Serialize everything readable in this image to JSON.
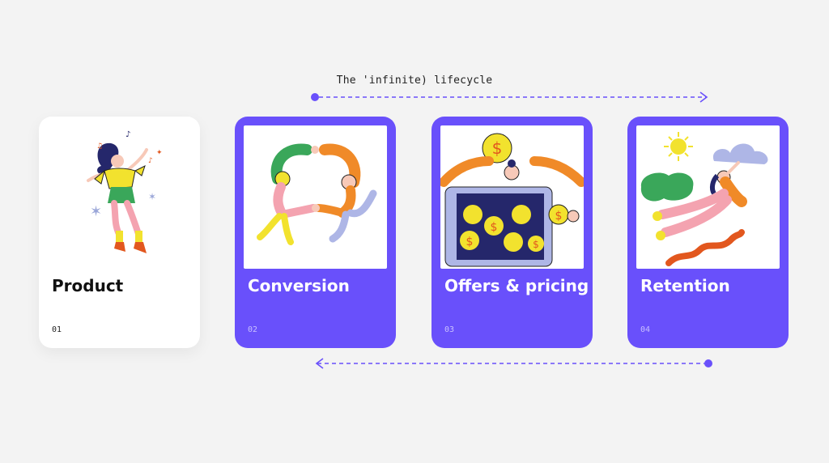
{
  "caption": "The 'infinite) lifecycle",
  "colors": {
    "accent": "#6950fb",
    "background": "#f3f3f3",
    "card_white": "#ffffff"
  },
  "cards": [
    {
      "title": "Product",
      "number": "01",
      "style": "white",
      "illustration": "dancing-woman-illustration"
    },
    {
      "title": "Conversion",
      "number": "02",
      "style": "purple",
      "illustration": "two-people-forming-circle-illustration"
    },
    {
      "title": "Offers & pricing",
      "number": "03",
      "style": "purple",
      "illustration": "coins-tablet-illustration"
    },
    {
      "title": "Retention",
      "number": "04",
      "style": "purple",
      "illustration": "person-holding-cloud-illustration"
    }
  ],
  "arrows": [
    {
      "name": "forward-arrow",
      "direction": "right"
    },
    {
      "name": "return-arrow",
      "direction": "left"
    }
  ]
}
